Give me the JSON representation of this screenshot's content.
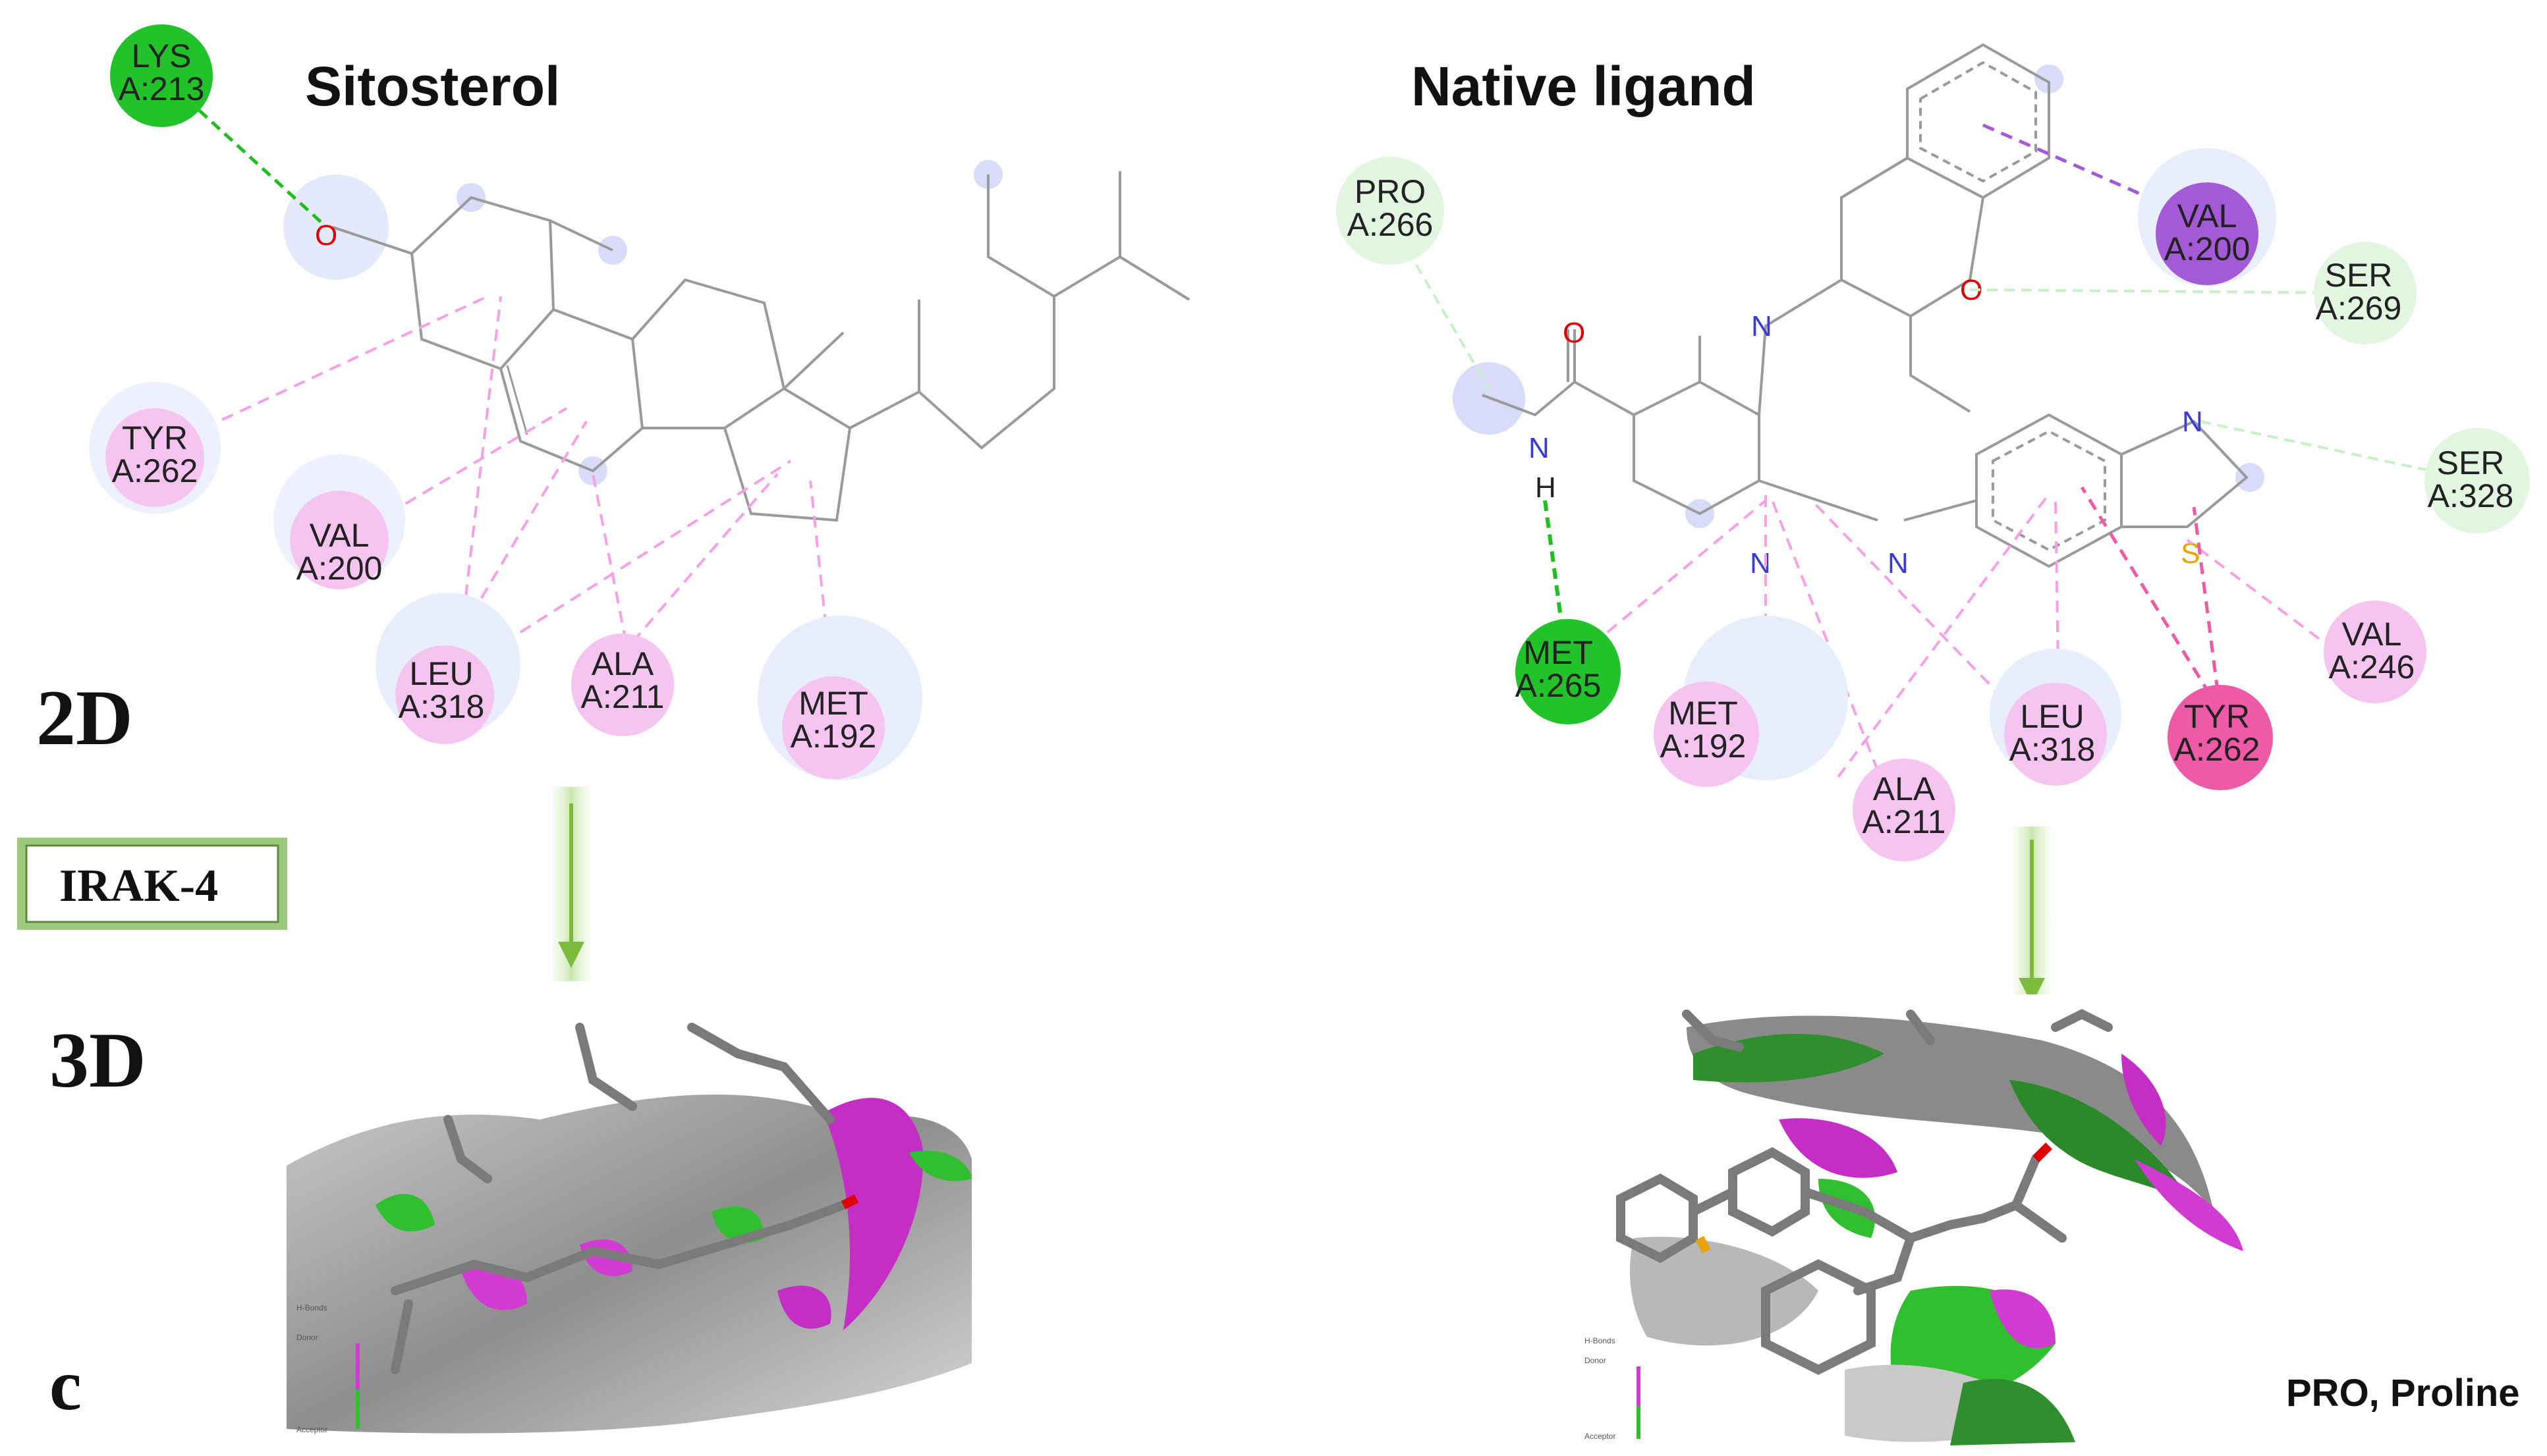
{
  "left_panel": {
    "title": "Sitosterol"
  },
  "right_panel": {
    "title": "Native ligand"
  },
  "labels": {
    "two_d": "2D",
    "three_d": "3D",
    "target": "IRAK-4",
    "panel": "c"
  },
  "footnote": "PRO, Proline",
  "atoms": {
    "oxygen": "O",
    "nitrogen": "N",
    "hydrogen": "H",
    "sulfur": "S"
  },
  "legend_3d": {
    "title": "H-Bonds",
    "donor": "Donor",
    "acceptor": "Acceptor"
  },
  "colors": {
    "conventional_hbond": "#22c22a",
    "carbon_hbond": "#e2f6e2",
    "alkyl": "#f6c4f0",
    "pi_sigma": "#a45ad6",
    "pi_pi": "#ee5aa6",
    "halo": "#e8eefc",
    "arrow": "#7dbb3c"
  },
  "left_residues": [
    {
      "name": "LYS",
      "id": "A:213",
      "type": "conventional_hbond"
    },
    {
      "name": "TYR",
      "id": "A:262",
      "type": "alkyl"
    },
    {
      "name": "VAL",
      "id": "A:200",
      "type": "alkyl"
    },
    {
      "name": "LEU",
      "id": "A:318",
      "type": "alkyl"
    },
    {
      "name": "ALA",
      "id": "A:211",
      "type": "alkyl"
    },
    {
      "name": "MET",
      "id": "A:192",
      "type": "alkyl"
    }
  ],
  "right_residues": [
    {
      "name": "PRO",
      "id": "A:266",
      "type": "carbon_hbond"
    },
    {
      "name": "VAL",
      "id": "A:200",
      "type": "pi_sigma"
    },
    {
      "name": "SER",
      "id": "A:269",
      "type": "carbon_hbond"
    },
    {
      "name": "SER",
      "id": "A:328",
      "type": "carbon_hbond"
    },
    {
      "name": "VAL",
      "id": "A:246",
      "type": "alkyl"
    },
    {
      "name": "MET",
      "id": "A:265",
      "type": "conventional_hbond"
    },
    {
      "name": "MET",
      "id": "A:192",
      "type": "alkyl"
    },
    {
      "name": "ALA",
      "id": "A:211",
      "type": "alkyl"
    },
    {
      "name": "LEU",
      "id": "A:318",
      "type": "alkyl"
    },
    {
      "name": "TYR",
      "id": "A:262",
      "type": "pi_pi"
    }
  ]
}
